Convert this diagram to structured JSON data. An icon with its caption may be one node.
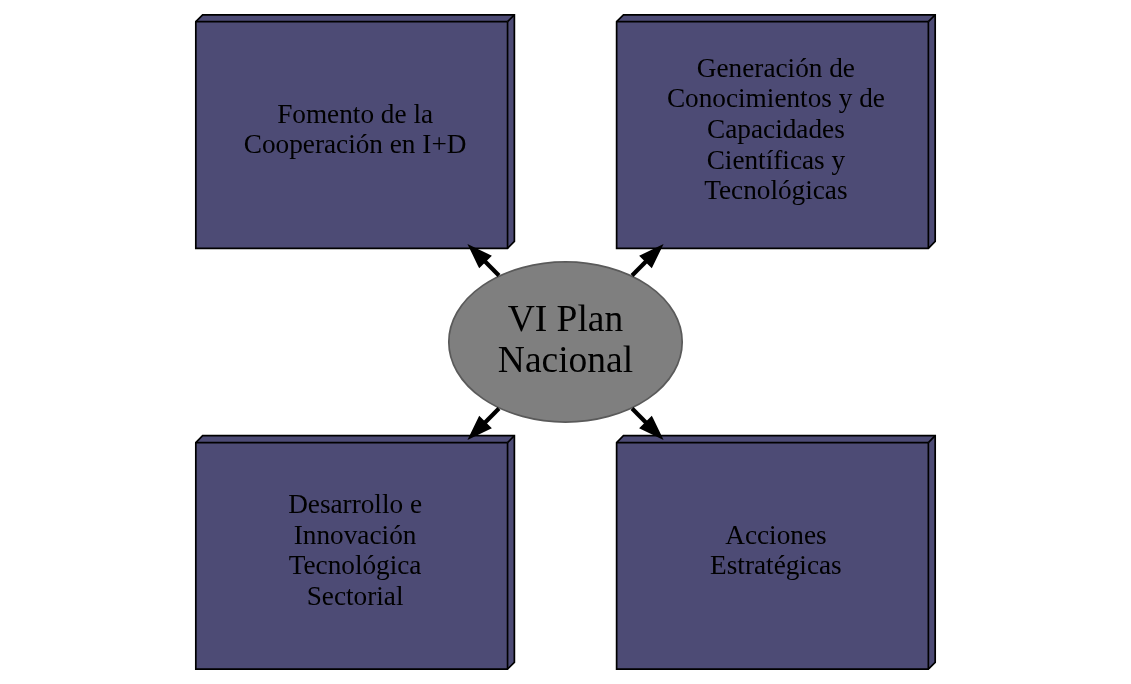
{
  "diagram": {
    "nodes": [
      {
        "text": [
          "Generación de Conocimientos y de Capacidades Científicas y Tecnológicas"
        ]
      },
      {
        "text": [
          "Fomento de la Cooperación en I+D"
        ]
      },
      {
        "text": [
          "VI Plan Nacional"
        ]
      },
      {
        "text": [
          "Desarrollo e Innovación Tecnológica Sectorial"
        ]
      },
      {
        "text": [
          "Acciones Estratégicas"
        ]
      }
    ],
    "edges": [
      {
        "from": 2,
        "to": 0,
        "arrow": "to"
      },
      {
        "from": 2,
        "to": 1,
        "arrow": "to"
      },
      {
        "from": 2,
        "to": 3,
        "arrow": "to"
      },
      {
        "from": 2,
        "to": 4,
        "arrow": "to"
      }
    ]
  }
}
